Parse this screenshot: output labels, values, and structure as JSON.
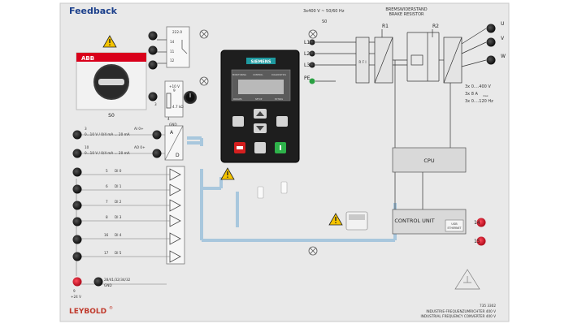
{
  "brand": {
    "feedback": "Feedback",
    "leybold": "LEYBOLD",
    "leybold_mark": "®"
  },
  "colors": {
    "panel": "#e9e9e9",
    "bus": "#a8c7dd",
    "socket_red": "#d0021b",
    "warn": "#f5c400",
    "abb_red": "#d9001b",
    "siemens_teal": "#1e9aa0"
  },
  "supply": {
    "mains": "3x400 V ~ 50/60 Hz",
    "switch": "S0",
    "phases": [
      "L1",
      "L2",
      "L3",
      "PE"
    ],
    "brake_title_1": "BREMSWIDERSTAND",
    "brake_title_2": "BRAKE RESISTOR",
    "r1": "R1",
    "r2": "R2"
  },
  "outputs": {
    "phases": [
      "U",
      "V",
      "W"
    ],
    "ratings": [
      "3x 0....400 V",
      "3x 8 A",
      "3x 0....120 Hz"
    ],
    "ratings_sub": "max"
  },
  "blocks": {
    "rfi": "R F I",
    "cpu": "CPU",
    "control_unit": "CONTROL UNIT",
    "usb": "USB",
    "ethernet": "ETHERNET"
  },
  "main_switch": {
    "brand": "ABB",
    "label": "S0"
  },
  "relay": {
    "top": "222.0",
    "term_14": "14",
    "term_11": "11",
    "term_12": "12"
  },
  "pot": {
    "top": "+10 V",
    "value": "4.7 kΩ",
    "gnd": "GND",
    "num_3": "3",
    "num_4": "4",
    "num_9": "9"
  },
  "analog": {
    "inputs": [
      {
        "num": "3",
        "range": "0...10 V / 0/4 mA ... 20 mA",
        "tag": "AI 0+"
      },
      {
        "num": "10",
        "range": "0...10 V / 0/4 mA ... 20 mA",
        "tag": "AO 0+"
      }
    ],
    "adc_a": "A",
    "adc_d": "D"
  },
  "digital": {
    "inputs": [
      {
        "num": "5",
        "tag": "DI 0"
      },
      {
        "num": "6",
        "tag": "DI 1"
      },
      {
        "num": "7",
        "tag": "DI 2"
      },
      {
        "num": "8",
        "tag": "DI 3"
      },
      {
        "num": "16",
        "tag": "DI 4"
      },
      {
        "num": "17",
        "tag": "DI 5"
      }
    ],
    "supply_num": "9",
    "supply_v": "+24 V",
    "gnd_nums": "28/41/32/34/32",
    "gnd": "GND"
  },
  "drive": {
    "brand": "SIEMENS",
    "tabs": [
      "MONITORING",
      "CONTROL",
      "DIAGNOSTICS",
      "PARAMS",
      "SETUP",
      "EXTRAS"
    ]
  },
  "terminals": {
    "t14": "14",
    "t15": "15"
  },
  "footer": {
    "code": "735 3302",
    "line1": "INDUSTRIE-FREQUENZUMRICHTER 400 V",
    "line2": "INDUSTRIAL FREQUENCY CONVERTER 400 V"
  }
}
